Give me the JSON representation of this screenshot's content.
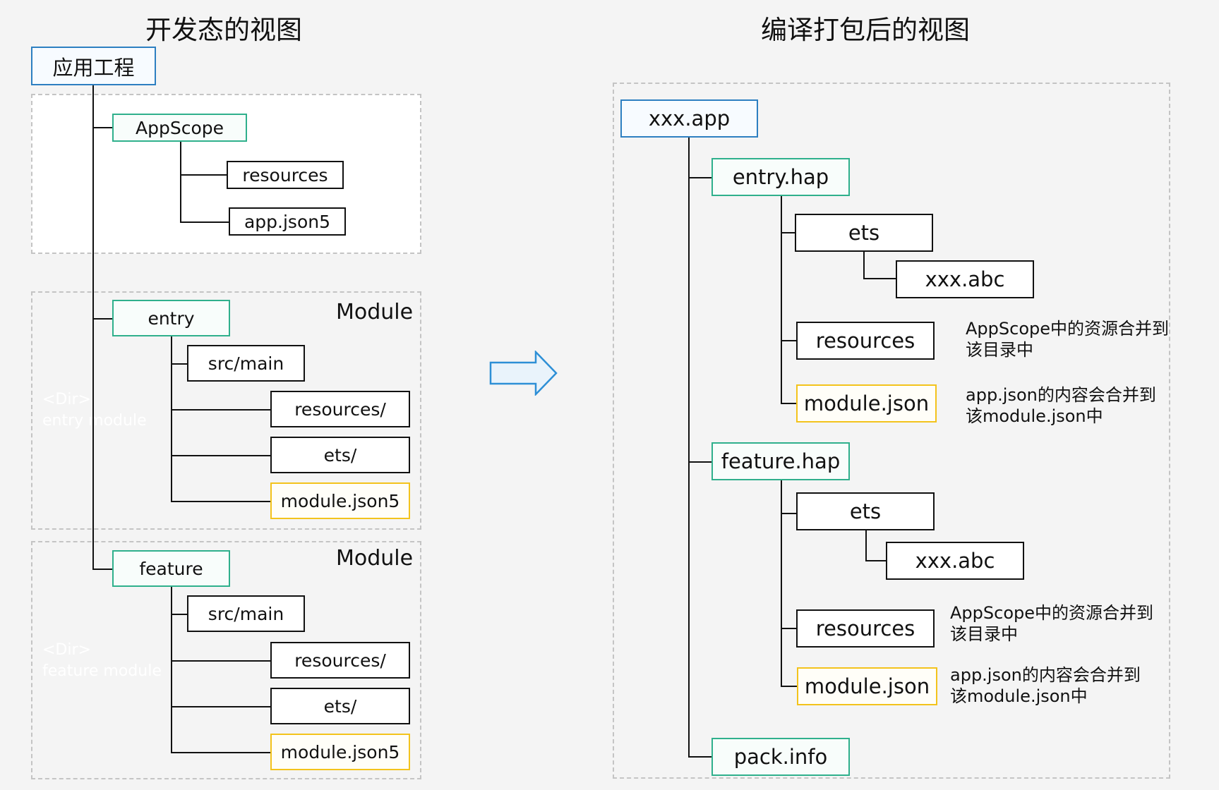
{
  "left": {
    "title": "开发态的视图",
    "root": "应用工程",
    "appscope": {
      "label": "AppScope",
      "children": [
        "resources",
        "app.json5"
      ]
    },
    "entry": {
      "label": "entry",
      "module_tag": "Module",
      "dir_tag": "<Dir>",
      "dir_name": "entry module",
      "children": [
        "src/main",
        "resources/",
        "ets/",
        "module.json5"
      ]
    },
    "feature": {
      "label": "feature",
      "module_tag": "Module",
      "dir_tag": "<Dir>",
      "dir_name": "feature module",
      "children": [
        "src/main",
        "resources/",
        "ets/",
        "module.json5"
      ]
    }
  },
  "arrow": {
    "icon": "right-arrow-icon"
  },
  "right": {
    "title": "编译打包后的视图",
    "root": "xxx.app",
    "entry_hap": {
      "label": "entry.hap",
      "ets": "ets",
      "abc": "xxx.abc",
      "resources": "resources",
      "module_json": "module.json",
      "resources_note": "AppScope中的资源合并到该目录中",
      "module_note": "app.json的内容会合并到该module.json中"
    },
    "feature_hap": {
      "label": "feature.hap",
      "ets": "ets",
      "abc": "xxx.abc",
      "resources": "resources",
      "module_json": "module.json",
      "resources_note": "AppScope中的资源合并到该目录中",
      "module_note": "app.json的内容会合并到该module.json中"
    },
    "pack_info": "pack.info"
  },
  "colors": {
    "root_border": "#2d7fc1",
    "module_border": "#2fb08c",
    "config_border": "#f3c31c",
    "arrow": "#2d8fd6",
    "dashed": "#c4c4c4"
  }
}
